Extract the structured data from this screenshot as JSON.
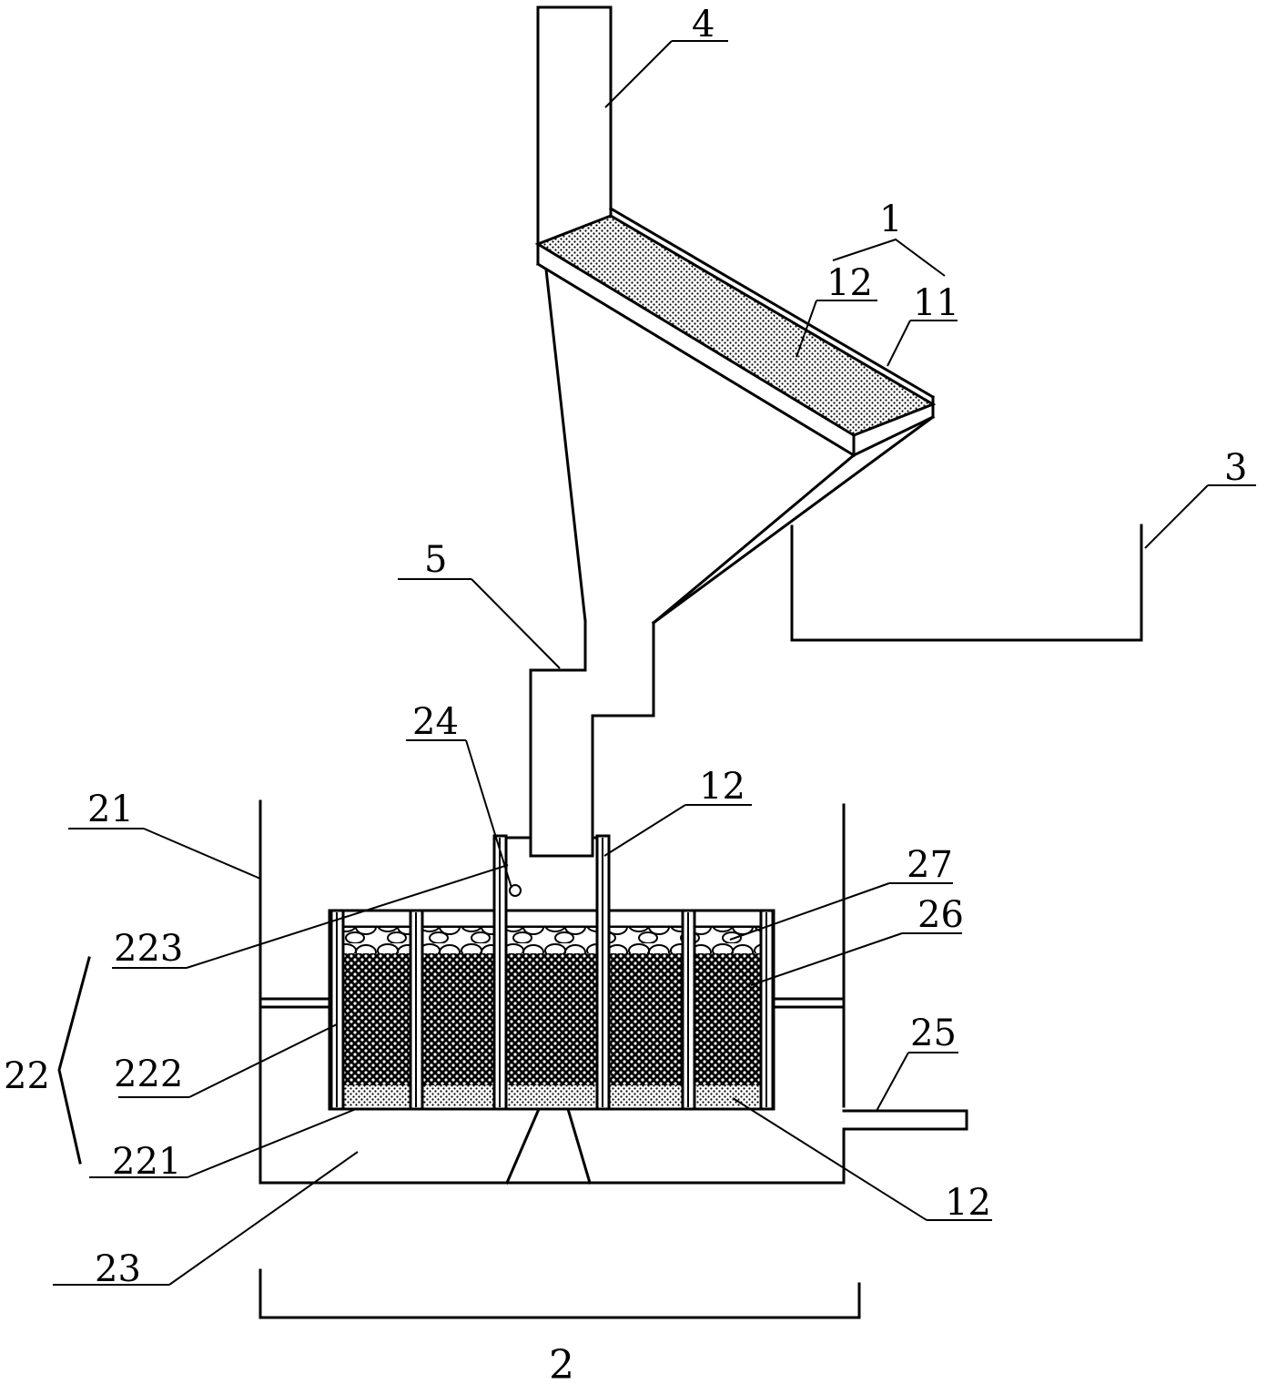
{
  "labels": {
    "l4": "4",
    "l1": "1",
    "l12_top": "12",
    "l11": "11",
    "l3": "3",
    "l5": "5",
    "l24": "24",
    "l12_mid": "12",
    "l21": "21",
    "l27": "27",
    "l26": "26",
    "l223": "223",
    "l22": "22",
    "l222": "222",
    "l25": "25",
    "l221": "221",
    "l12_bot": "12",
    "l23": "23",
    "l2": "2"
  }
}
